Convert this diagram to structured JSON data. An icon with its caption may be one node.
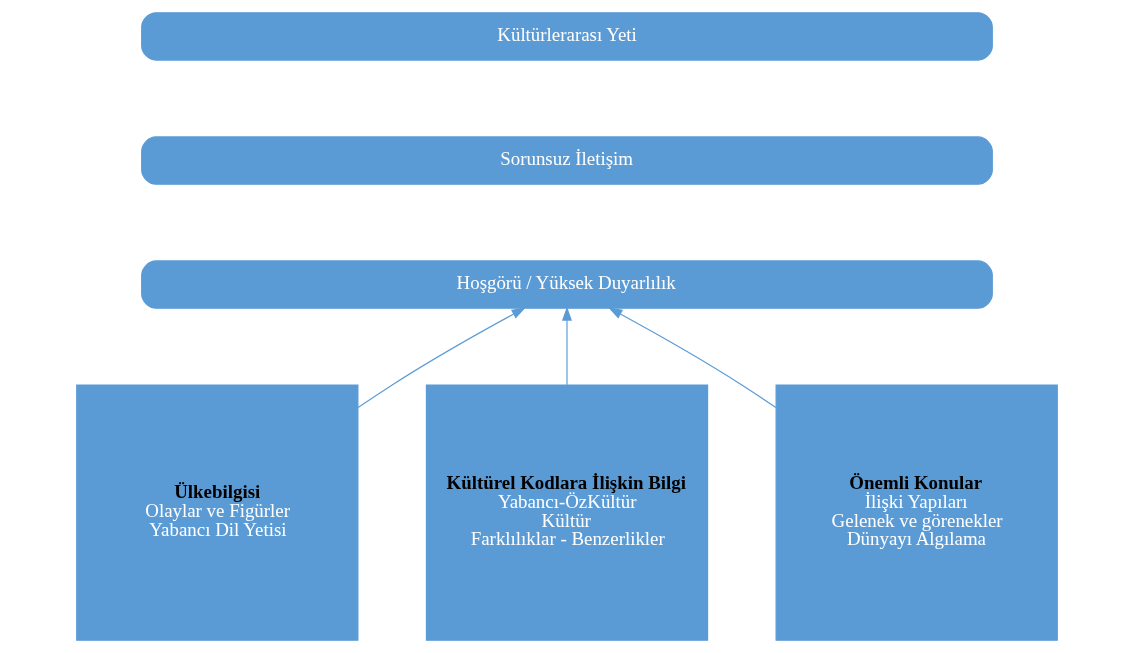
{
  "diagram": {
    "nodes": [
      {
        "text": [
          "Kültürlerarası Yeti"
        ]
      },
      {
        "text": [
          "Sorunsuz İletişim"
        ]
      },
      {
        "text": [
          "Hoşgörü / Yüksek Duyarlılık"
        ]
      },
      {
        "text": [
          "Ülkebilgisi",
          "Olaylar ve Figürler",
          "Yabancı Dil Yetisi"
        ]
      },
      {
        "text": [
          "Kültürel Kodlara İlişkin Bilgi",
          "Yabancı-ÖzKültür",
          "Kültür",
          "Farklılıklar - Benzerlikler"
        ]
      },
      {
        "text": [
          "Önemli Konular",
          "İlişki Yapıları",
          "Gelenek ve görenekler",
          "Dünyayı Algılama"
        ]
      }
    ],
    "edges": [
      {
        "from": 3,
        "to": 2,
        "arrow": "to"
      },
      {
        "from": 4,
        "to": 2,
        "arrow": "to"
      },
      {
        "from": 5,
        "to": 2,
        "arrow": "to"
      }
    ]
  }
}
